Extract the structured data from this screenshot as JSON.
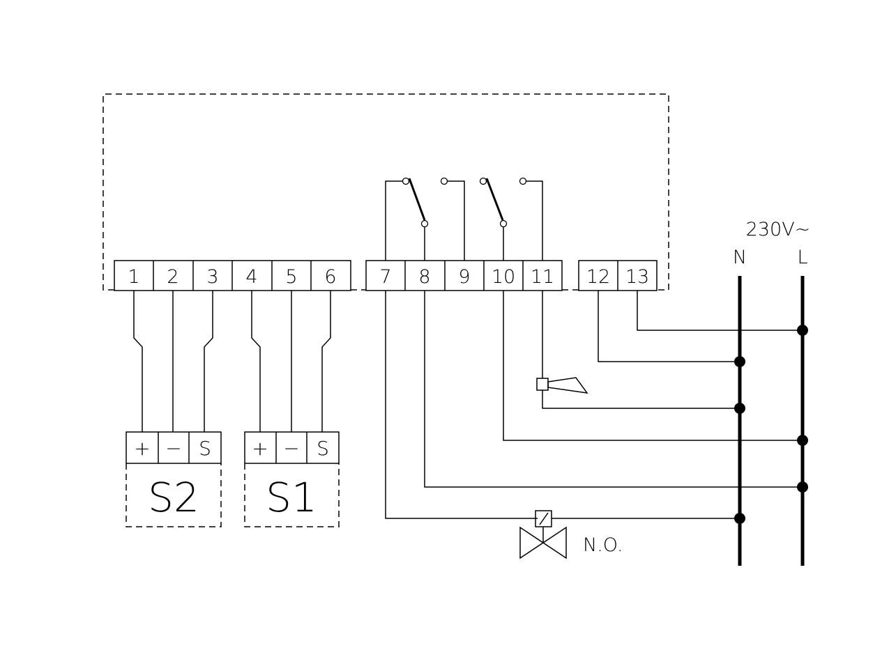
{
  "terminal_blocks": [
    {
      "id": "block-1",
      "terminals": [
        "1",
        "2",
        "3",
        "4",
        "5",
        "6"
      ]
    },
    {
      "id": "block-2",
      "terminals": [
        "7",
        "8",
        "9",
        "10",
        "11"
      ]
    },
    {
      "id": "block-3",
      "terminals": [
        "12",
        "13"
      ]
    }
  ],
  "sensors": [
    {
      "name": "S2",
      "pins": [
        "+",
        "−",
        "S"
      ]
    },
    {
      "name": "S1",
      "pins": [
        "+",
        "−",
        "S"
      ]
    }
  ],
  "supply": {
    "voltage": "230V~",
    "neutral": "N",
    "live": "L"
  },
  "valve": {
    "label": "N.O."
  }
}
